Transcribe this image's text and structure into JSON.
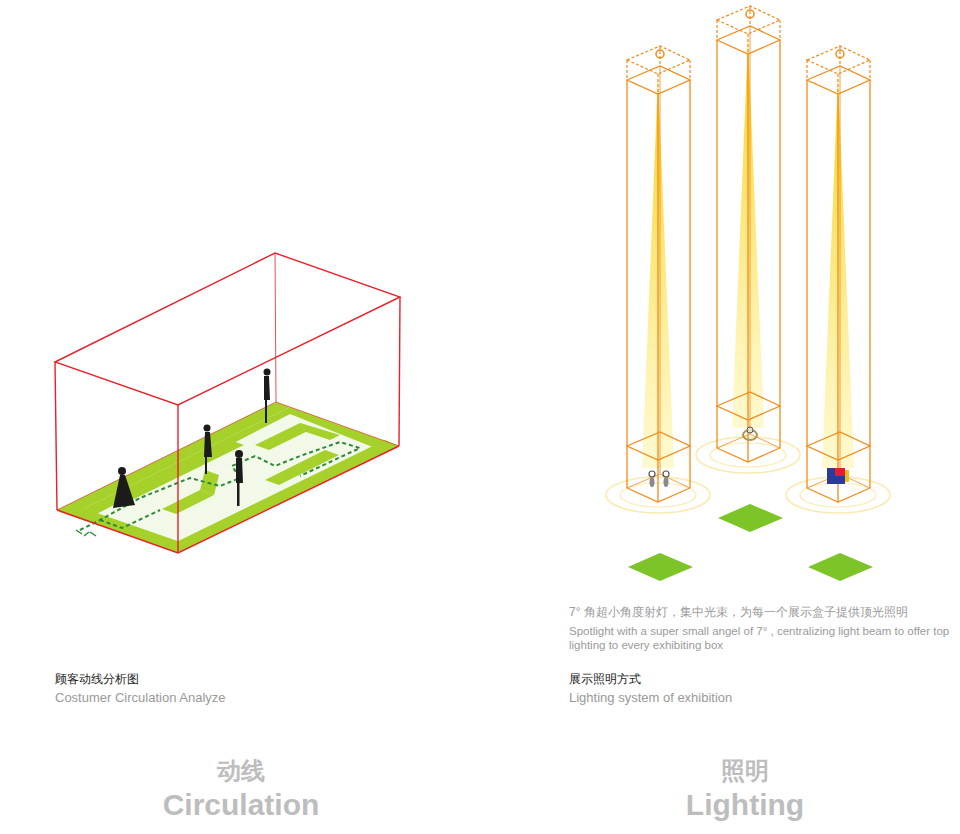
{
  "diagram": {
    "labels": [
      "顾客动线分析图",
      "Costumer Circulation Analyze",
      "动线",
      "Circulation",
      "7° 角超小角度射灯，集中光束，为每一个展示盒子提供顶光照明",
      "Spotlight with a super small angel of 7° , centralizing light beam to offer top lighting to every exhibiting box",
      "展示照明方式",
      "Lighting system of exhibition",
      "照明",
      "Lighting"
    ]
  }
}
